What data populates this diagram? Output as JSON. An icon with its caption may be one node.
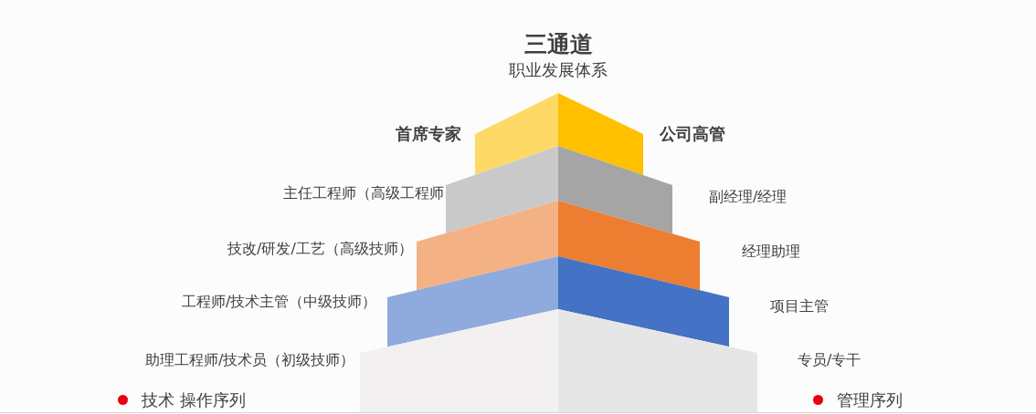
{
  "diagram": {
    "title": "三通道",
    "nodes": [
      {
        "text": [],
        "shape": "box"
      },
      {
        "text": [],
        "shape": "box"
      },
      {
        "text": [],
        "shape": "box"
      },
      {
        "text": [],
        "shape": "box"
      },
      {
        "text": [],
        "shape": "box"
      },
      {
        "text": [],
        "shape": "box"
      },
      {
        "text": [],
        "shape": "box"
      },
      {
        "text": [],
        "shape": "box"
      },
      {
        "text": [],
        "shape": "box"
      },
      {
        "text": [],
        "shape": "box"
      }
    ],
    "labels": [
      "职业发展体系",
      "首席专家",
      "公司高管",
      "主任工程师（高级工程师",
      "副经理/经理",
      "技改/研发/工艺（高级技师）",
      "经理助理",
      "工程师/技术主管（中级技师）",
      "项目主管",
      "助理工程师/技术员（初级技师）",
      "专员/专干"
    ],
    "legend": [
      {
        "text": "技术 操作序列",
        "color": "#e60012"
      },
      {
        "text": "管理序列",
        "color": "#e60012"
      }
    ]
  }
}
